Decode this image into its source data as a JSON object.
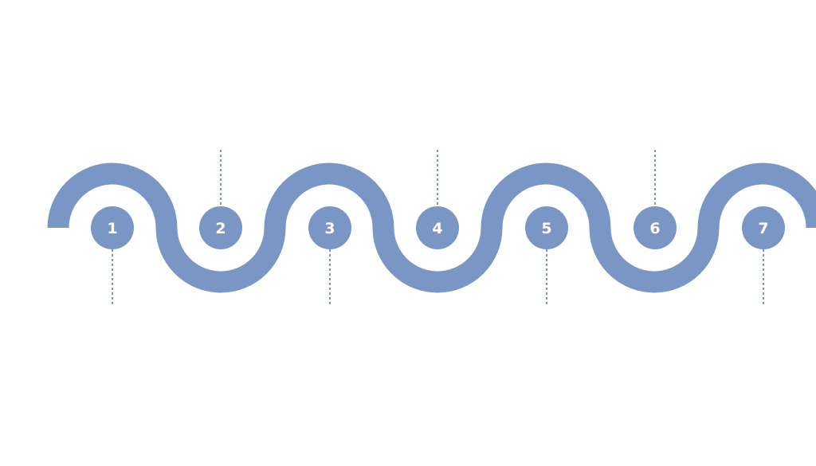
{
  "colors": {
    "accent": "#7a96c4",
    "label": "#ffffff",
    "background": "#ffffff"
  },
  "steps": [
    {
      "label": "1"
    },
    {
      "label": "2"
    },
    {
      "label": "3"
    },
    {
      "label": "4"
    },
    {
      "label": "5"
    },
    {
      "label": "6"
    },
    {
      "label": "7"
    }
  ]
}
